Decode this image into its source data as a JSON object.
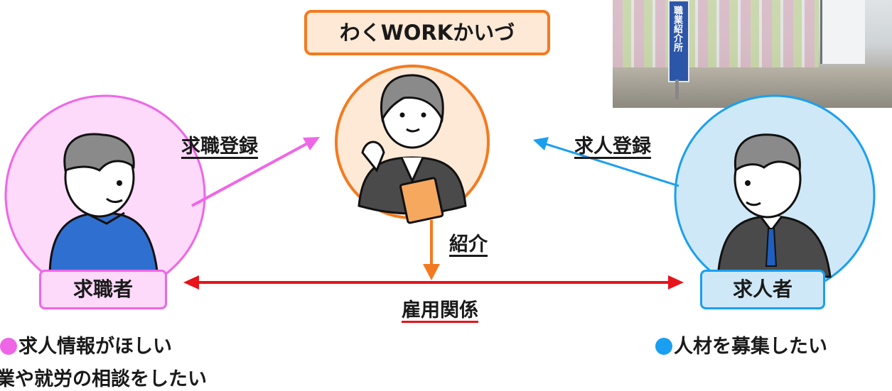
{
  "center": {
    "title": "わくWORKかいづ"
  },
  "left": {
    "label": "求職者",
    "needs": [
      "求人情報がほしい",
      "業や就労の相談をしたい"
    ]
  },
  "right": {
    "label": "求人者",
    "needs": [
      "人材を募集したい"
    ]
  },
  "arrows": {
    "job_seeker_registration": "求職登録",
    "job_offer_registration": "求人登録",
    "introduction": "紹介",
    "employment": "雇用関係"
  },
  "photo": {
    "sign_text": "職業紹介所"
  },
  "colors": {
    "pink": "#ee66e6",
    "pink_fill": "#fdd9fa",
    "blue": "#1a9ff0",
    "blue_fill": "#cfe8f7",
    "orange": "#f47a1f",
    "orange_fill": "#fde9d6",
    "red": "#e8131b"
  }
}
